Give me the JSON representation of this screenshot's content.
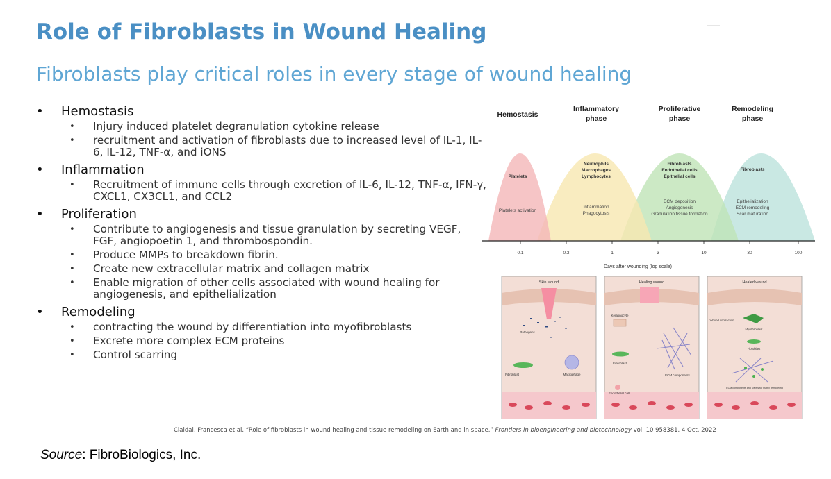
{
  "slide": {
    "title": "Role of Fibroblasts in Wound Healing",
    "subtitle": "Fibroblasts play critical roles in every stage of wound healing",
    "sections": [
      {
        "heading": "Hemostasis",
        "items": [
          "Injury induced platelet degranulation cytokine release",
          "recruitment and activation of fibroblasts due to increased level of IL-1, IL-6, IL-12, TNF-α, and iONS"
        ]
      },
      {
        "heading": "Inflammation",
        "items": [
          "Recruitment of immune cells through excretion of IL-6, IL-12, TNF-α, IFN-γ, CXCL1, CX3CL1, and CCL2"
        ]
      },
      {
        "heading": "Proliferation",
        "items": [
          "Contribute to angiogenesis and tissue granulation by secreting VEGF, FGF, angiopoetin 1, and thrombospondin.",
          "Produce MMPs to breakdown fibrin.",
          "Create new extracellular matrix and collagen matrix",
          "Enable migration of other cells associated with wound healing for angiogenesis, and epithelialization"
        ]
      },
      {
        "heading": "Remodeling",
        "items": [
          "contracting the wound by differentiation into myofibroblasts",
          "Excrete more complex ECM proteins",
          "Control scarring"
        ]
      }
    ],
    "citation_authors": "Cialdai, Francesca et al. “Role of fibroblasts in wound healing and tissue remodeling on Earth and in space.”",
    "citation_journal": "Frontiers in bioengineering and biotechnology",
    "citation_tail": "vol. 10 958381. 4 Oct. 2022",
    "source_label": "Source",
    "source_value": ": FibroBiologics, Inc."
  },
  "diagram": {
    "phases": [
      {
        "label_1": "Hemostasis",
        "label_2": "",
        "cells": [
          "Platelets"
        ],
        "events": [
          "Platelets activation"
        ],
        "color": "#f4b6b8"
      },
      {
        "label_1": "Inflammatory",
        "label_2": "phase",
        "cells": [
          "Neutrophils",
          "Macrophages",
          "Lymphocytes"
        ],
        "events": [
          "Inflammation",
          "Phagocytosis"
        ],
        "color": "#f7e7b0"
      },
      {
        "label_1": "Proliferative",
        "label_2": "phase",
        "cells": [
          "Fibroblasts",
          "Endothelial cells",
          "Epithelial cells"
        ],
        "events": [
          "ECM deposition",
          "Angiogenesis",
          "Granulation tissue formation"
        ],
        "color": "#bfe3b6"
      },
      {
        "label_1": "Remodeling",
        "label_2": "phase",
        "cells": [
          "Fibroblasts"
        ],
        "events": [
          "Epithelialization",
          "ECM remodeling",
          "Scar maturation"
        ],
        "color": "#bfe4de"
      }
    ],
    "axis_ticks": [
      "0.1",
      "0.3",
      "1",
      "3",
      "10",
      "30",
      "100"
    ],
    "axis_label": "Days after wounding (log scale)",
    "panels": [
      {
        "title": "Skin wound",
        "labels": [
          "Pathogens",
          "Fibroblast",
          "Macrophage"
        ]
      },
      {
        "title": "Healing wound",
        "labels": [
          "Keratinocyte",
          "Fibroblast",
          "Endothelial cell",
          "ECM components"
        ]
      },
      {
        "title": "Healed wound",
        "labels": [
          "Wound contraction",
          "Myofibroblast",
          "Fibroblast",
          "ECM components and MMPs for matrix remodeling"
        ]
      }
    ]
  }
}
